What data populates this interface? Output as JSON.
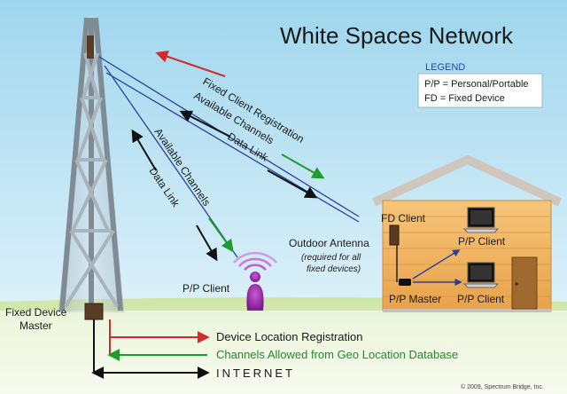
{
  "title": "White Spaces Network",
  "legend": {
    "heading": "LEGEND",
    "line1": "P/P = Personal/Portable",
    "line2": "FD =  Fixed Device"
  },
  "tower": {
    "label_line1": "Fixed Device",
    "label_line2": "Master"
  },
  "links": {
    "fd_registration": "Fixed Client Registration",
    "fd_channels": "Available Channels",
    "fd_datalink": "Data Link",
    "pp_channels": "Available Channels",
    "pp_datalink": "Data Link"
  },
  "house": {
    "fd_client": "FD Client",
    "antenna_line1": "Outdoor Antenna",
    "antenna_note1": "(required for all",
    "antenna_note2": "fixed devices)",
    "pp_client_upper": "P/P Client",
    "pp_master": "P/P Master",
    "pp_client_lower": "P/P Client"
  },
  "pp_client": "P/P Client",
  "database": {
    "registration": "Device Location Registration",
    "channels_allowed": "Channels Allowed from Geo Location Database",
    "internet": "INTERNET"
  },
  "copyright": "© 2009, Spectrum Bridge, Inc.",
  "colors": {
    "red": "#d42a2a",
    "green": "#1f9a2c",
    "blue": "#2b3f9a",
    "black": "#111111"
  }
}
